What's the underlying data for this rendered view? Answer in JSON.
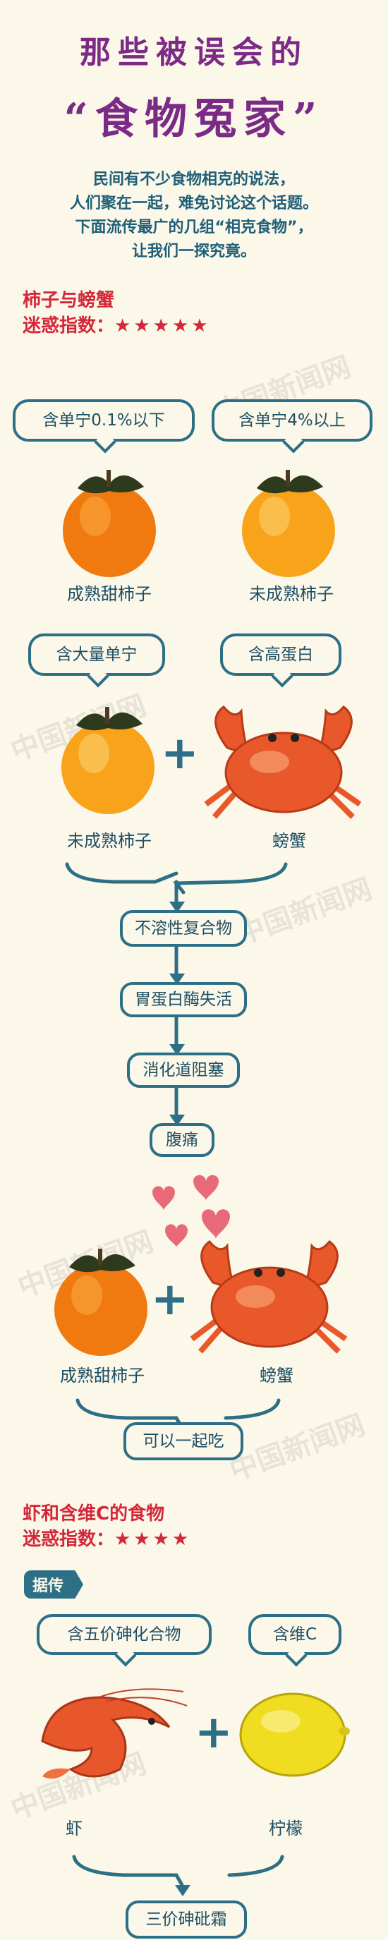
{
  "header": {
    "title_line1": "那些被误会的",
    "title_line2": "“食物冤家”"
  },
  "intro": {
    "lines": [
      "民间有不少食物相克的说法，",
      "人们聚在一起，难免讨论这个话题。",
      "下面流传最广的几组“相克食物”，",
      "让我们一探究竟。"
    ]
  },
  "section1": {
    "title": "柿子与螃蟹",
    "rating_label": "迷惑指数：",
    "rating_stars": "★★★★★",
    "bubble_sweet": "含单宁0.1%以下",
    "bubble_unripe": "含单宁4%以上",
    "caption_sweet": "成熟甜柿子",
    "caption_unripe": "未成熟柿子",
    "bubble_tannin": "含大量单宁",
    "bubble_protein": "含高蛋白",
    "caption_unripe2": "未成熟柿子",
    "caption_crab": "螃蟹",
    "plus": "+",
    "flow": [
      "不溶性复合物",
      "胃蛋白酶失活",
      "消化道阻塞",
      "腹痛"
    ],
    "caption_sweet2": "成熟甜柿子",
    "caption_crab2": "螃蟹",
    "result_ok": "可以一起吃"
  },
  "section2": {
    "title": "虾和含维C的食物",
    "rating_label": "迷惑指数：",
    "rating_stars": "★★★★",
    "tag": "据传",
    "bubble_arsenic": "含五价砷化合物",
    "bubble_vitc": "含维C",
    "caption_shrimp": "虾",
    "caption_lemon": "柠檬",
    "plus": "+",
    "result": "三价砷砒霜"
  },
  "watermark": "中国新闻网",
  "colors": {
    "background": "#fbf7e9",
    "title": "#7b2a86",
    "accent_red": "#d4283a",
    "teal": "#2c6f86"
  }
}
